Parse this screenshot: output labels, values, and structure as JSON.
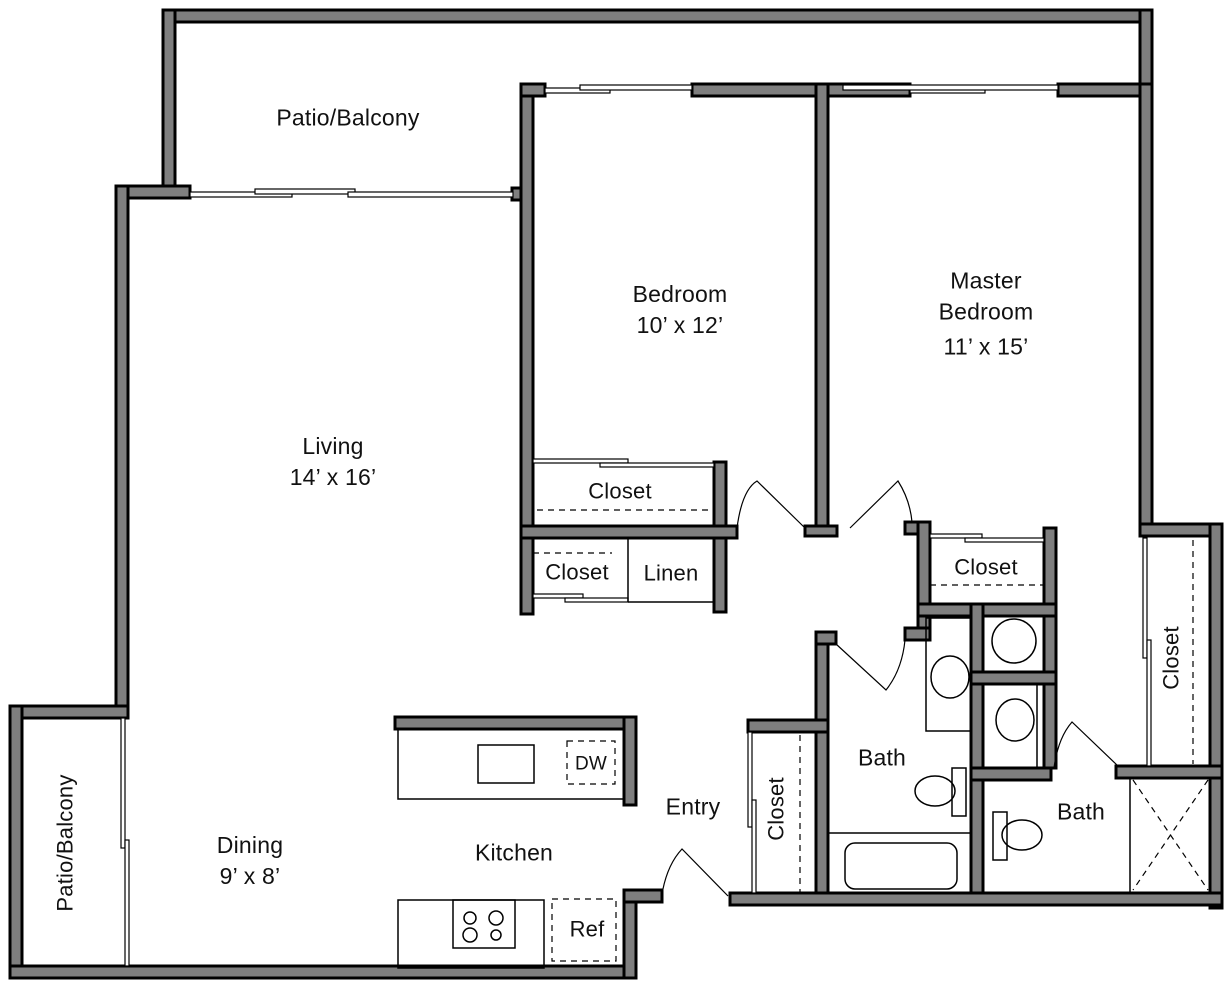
{
  "floor_plan": {
    "colors": {
      "wall_fill": "#7f7f7f",
      "wall_outline": "#000000",
      "background": "#ffffff",
      "text": "#111111"
    },
    "rooms": {
      "patio_top": {
        "name": "Patio/Balcony"
      },
      "patio_left": {
        "name": "Patio/Balcony"
      },
      "bedroom": {
        "name": "Bedroom",
        "size": "10’ x 12’"
      },
      "master_bedroom": {
        "name_line1": "Master",
        "name_line2": "Bedroom",
        "size": "11’ x 15’"
      },
      "living": {
        "name": "Living",
        "size": "14’ x 16’"
      },
      "dining": {
        "name": "Dining",
        "size": "9’ x 8’"
      },
      "kitchen": {
        "name": "Kitchen"
      },
      "entry": {
        "name": "Entry"
      },
      "bath_1": {
        "name": "Bath"
      },
      "bath_2": {
        "name": "Bath"
      },
      "closet_bedroom": {
        "name": "Closet"
      },
      "closet_hall": {
        "name": "Closet"
      },
      "linen": {
        "name": "Linen"
      },
      "closet_master_hall": {
        "name": "Closet"
      },
      "closet_entry": {
        "name": "Closet"
      },
      "closet_master": {
        "name": "Closet"
      }
    },
    "appliances": {
      "dishwasher": "DW",
      "refrigerator": "Ref"
    }
  }
}
